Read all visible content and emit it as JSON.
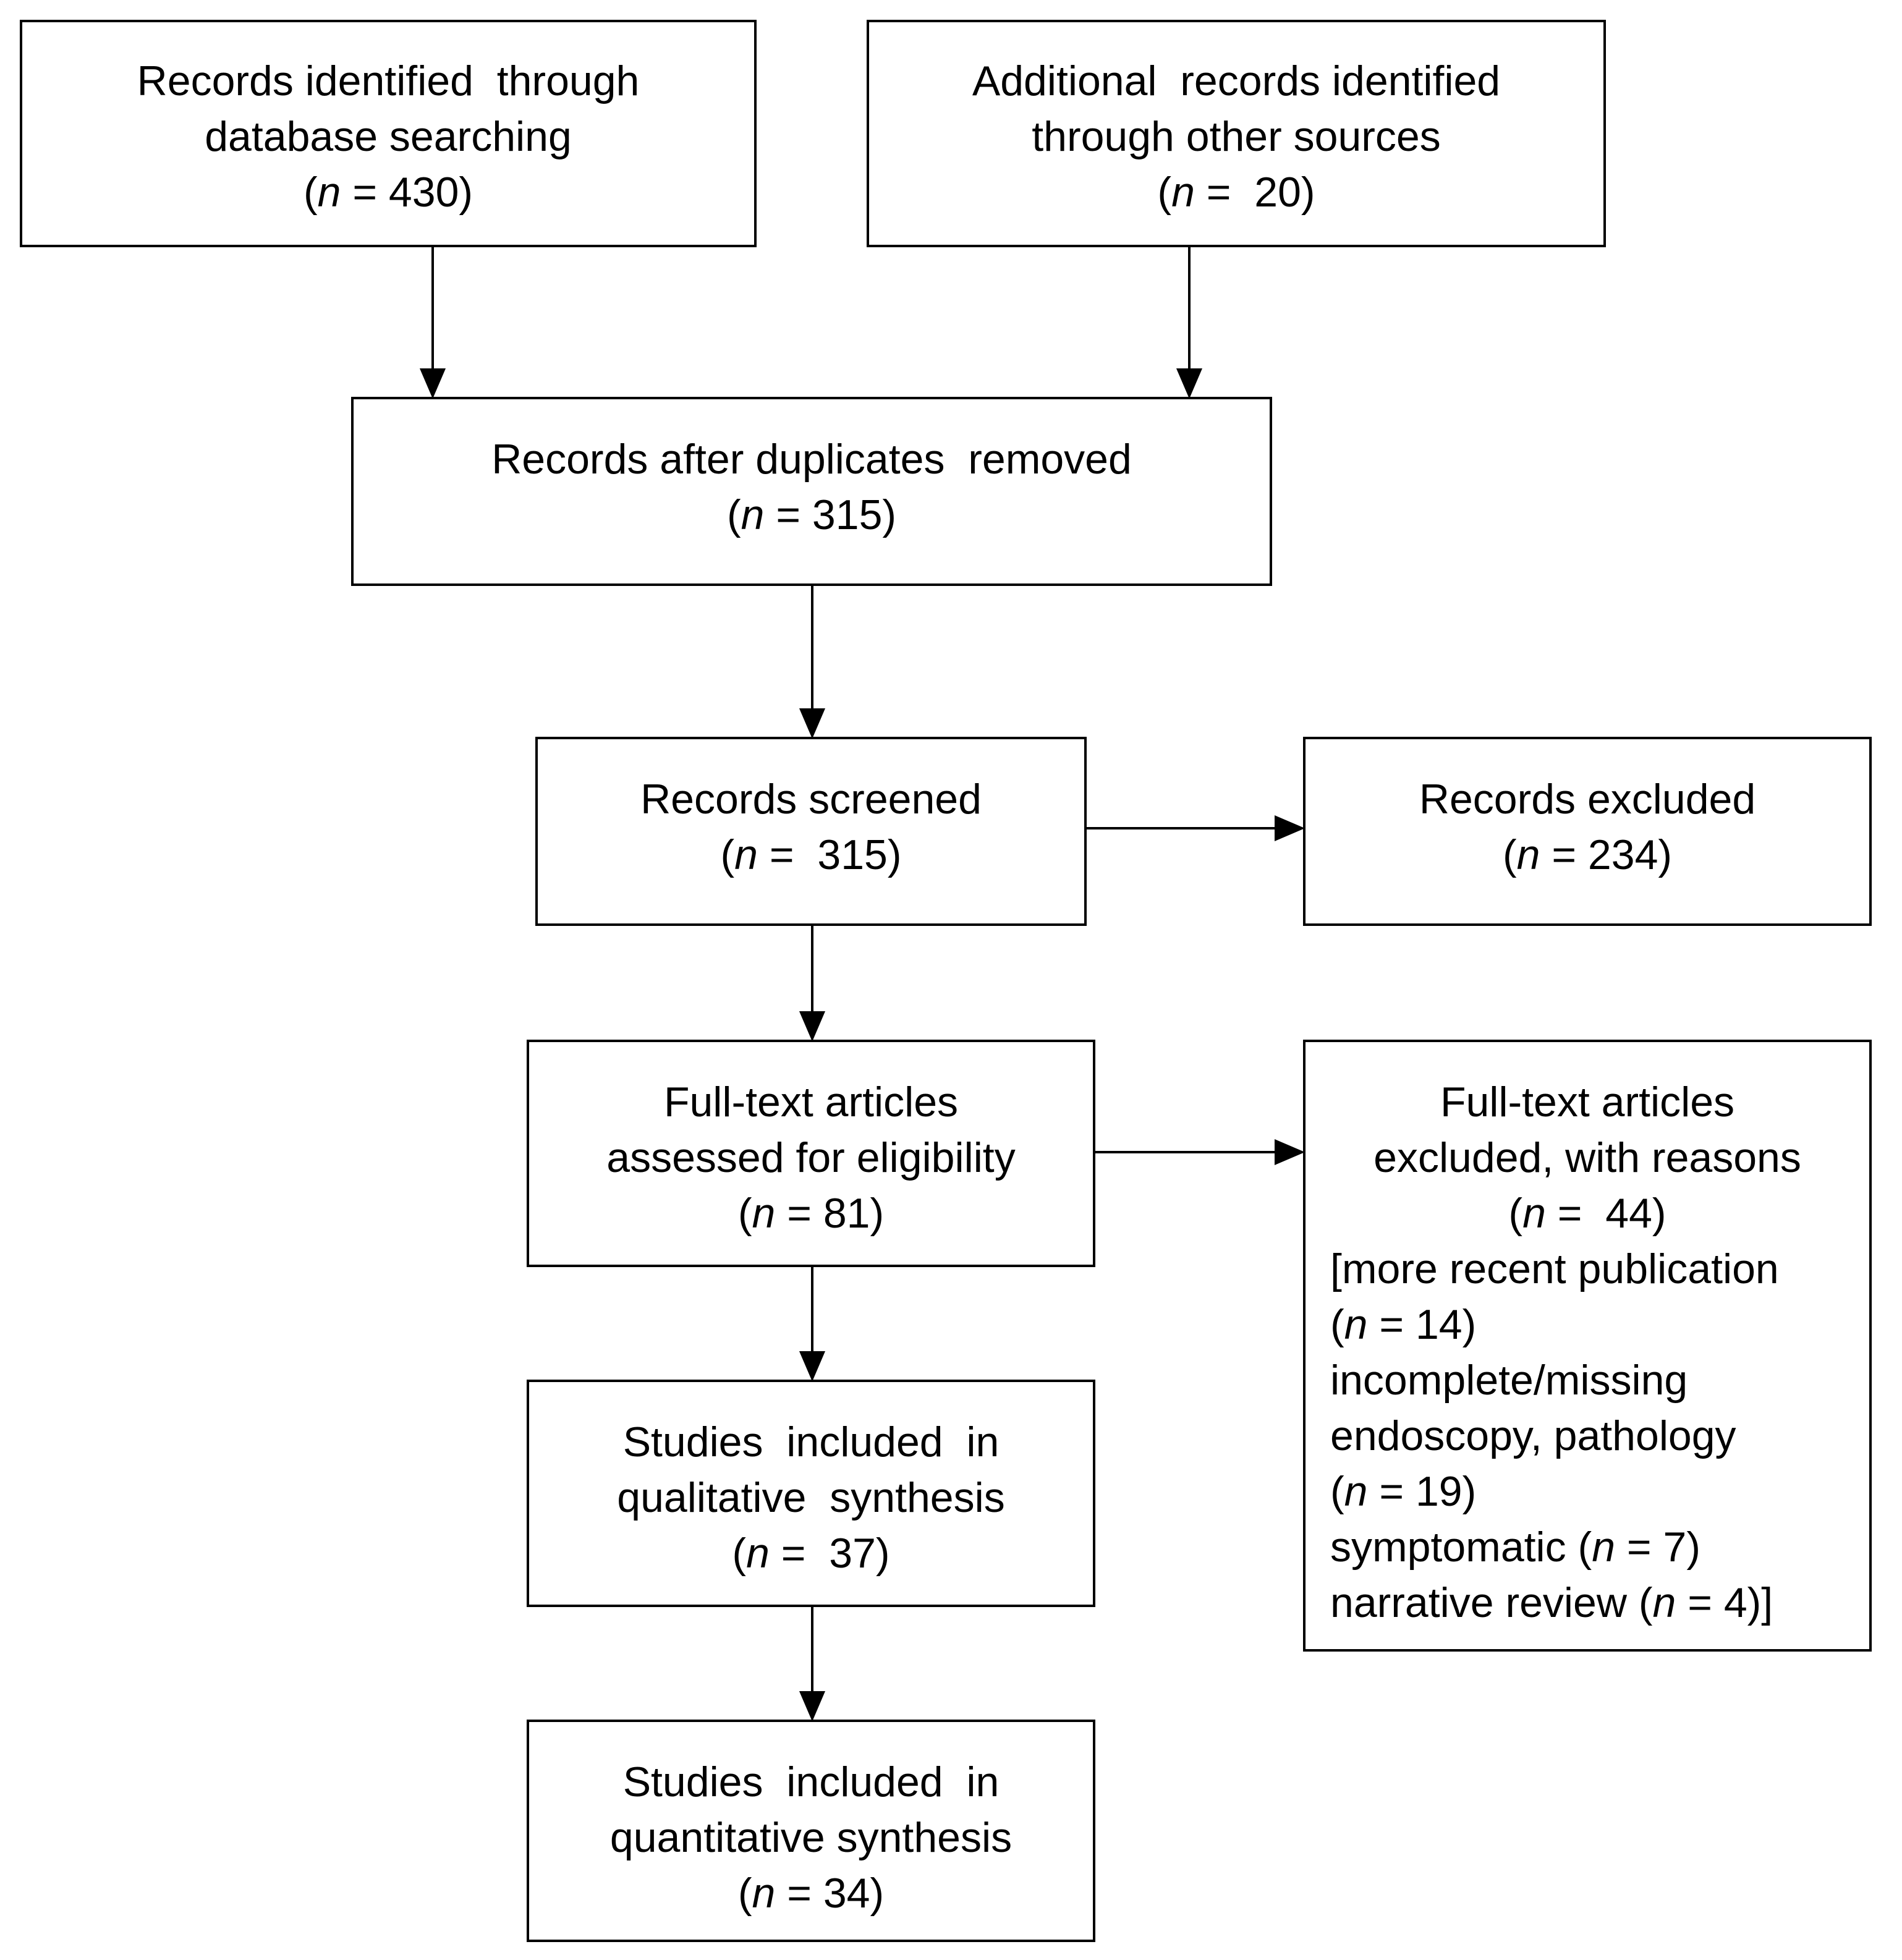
{
  "boxes": {
    "db_search": {
      "lines": [
        "Records identified  through",
        "database searching"
      ],
      "n_prefix": "(",
      "n_label": "n",
      "n_text": " = 430)"
    },
    "other_sources": {
      "lines": [
        "Additional  records identified",
        "through other sources"
      ],
      "n_prefix": "(",
      "n_label": "n",
      "n_text": " =  20)"
    },
    "dup_removed": {
      "lines": [
        "Records after duplicates  removed"
      ],
      "n_prefix": "(",
      "n_label": "n",
      "n_text": " = 315)"
    },
    "screened": {
      "lines": [
        "Records screened"
      ],
      "n_prefix": "(",
      "n_label": "n",
      "n_text": " =  315)"
    },
    "excluded": {
      "lines": [
        "Records excluded"
      ],
      "n_prefix": "(",
      "n_label": "n",
      "n_text": " = 234)"
    },
    "fulltext": {
      "lines": [
        "Full-text articles",
        "assessed for eligibility"
      ],
      "n_prefix": "(",
      "n_label": "n",
      "n_text": " = 81)"
    },
    "fulltext_excluded": {
      "lines": [
        "Full-text articles",
        "excluded, with reasons"
      ],
      "n_prefix": "(",
      "n_label": "n",
      "n_text": " =  44)",
      "reasons": [
        {
          "pre": "[more recent publication",
          "n_pre": "",
          "n_label": "",
          "n_post": ""
        },
        {
          "pre": "",
          "n_pre": "(",
          "n_label": "n",
          "n_post": " = 14)"
        },
        {
          "pre": "incomplete/missing",
          "n_pre": "",
          "n_label": "",
          "n_post": ""
        },
        {
          "pre": "endoscopy, pathology",
          "n_pre": "",
          "n_label": "",
          "n_post": ""
        },
        {
          "pre": "",
          "n_pre": "(",
          "n_label": "n",
          "n_post": " = 19)"
        },
        {
          "pre": "symptomatic ",
          "n_pre": "(",
          "n_label": "n",
          "n_post": " = 7)"
        },
        {
          "pre": "narrative review ",
          "n_pre": "(",
          "n_label": "n",
          "n_post": " = 4)]"
        }
      ]
    },
    "qualitative": {
      "lines": [
        "Studies  included  in",
        "qualitative  synthesis"
      ],
      "n_prefix": "(",
      "n_label": "n",
      "n_text": " =  37)"
    },
    "quantitative": {
      "lines": [
        "Studies  included  in",
        "quantitative synthesis"
      ],
      "n_prefix": "(",
      "n_label": "n",
      "n_text": " = 34)"
    }
  }
}
